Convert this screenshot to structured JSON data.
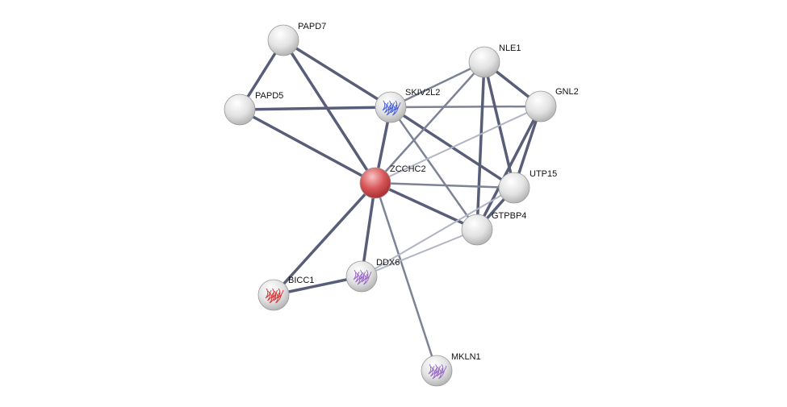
{
  "network": {
    "query_node": "ZCCHC2",
    "query_color": "#d9534f",
    "nodes": [
      {
        "id": "PAPD7"
      },
      {
        "id": "PAPD5"
      },
      {
        "id": "SKIV2L2",
        "structure": "blue-structure"
      },
      {
        "id": "NLE1"
      },
      {
        "id": "GNL2"
      },
      {
        "id": "ZCCHC2"
      },
      {
        "id": "UTP15"
      },
      {
        "id": "GTPBP4"
      },
      {
        "id": "DDX6",
        "structure": "purple-structure"
      },
      {
        "id": "BICC1",
        "structure": "red-structure"
      },
      {
        "id": "MKLN1",
        "structure": "purple-structure"
      }
    ],
    "edges": [
      [
        "PAPD7",
        "PAPD5"
      ],
      [
        "PAPD7",
        "SKIV2L2"
      ],
      [
        "PAPD7",
        "ZCCHC2"
      ],
      [
        "PAPD5",
        "SKIV2L2"
      ],
      [
        "PAPD5",
        "ZCCHC2"
      ],
      [
        "SKIV2L2",
        "ZCCHC2"
      ],
      [
        "SKIV2L2",
        "NLE1"
      ],
      [
        "SKIV2L2",
        "GNL2"
      ],
      [
        "SKIV2L2",
        "UTP15"
      ],
      [
        "SKIV2L2",
        "GTPBP4"
      ],
      [
        "NLE1",
        "GNL2"
      ],
      [
        "NLE1",
        "UTP15"
      ],
      [
        "NLE1",
        "GTPBP4"
      ],
      [
        "NLE1",
        "ZCCHC2"
      ],
      [
        "GNL2",
        "UTP15"
      ],
      [
        "GNL2",
        "GTPBP4"
      ],
      [
        "GNL2",
        "ZCCHC2"
      ],
      [
        "ZCCHC2",
        "UTP15"
      ],
      [
        "ZCCHC2",
        "GTPBP4"
      ],
      [
        "ZCCHC2",
        "DDX6"
      ],
      [
        "ZCCHC2",
        "BICC1"
      ],
      [
        "ZCCHC2",
        "MKLN1"
      ],
      [
        "UTP15",
        "GTPBP4"
      ],
      [
        "BICC1",
        "DDX6"
      ],
      [
        "DDX6",
        "UTP15"
      ],
      [
        "DDX6",
        "GTPBP4"
      ]
    ]
  }
}
